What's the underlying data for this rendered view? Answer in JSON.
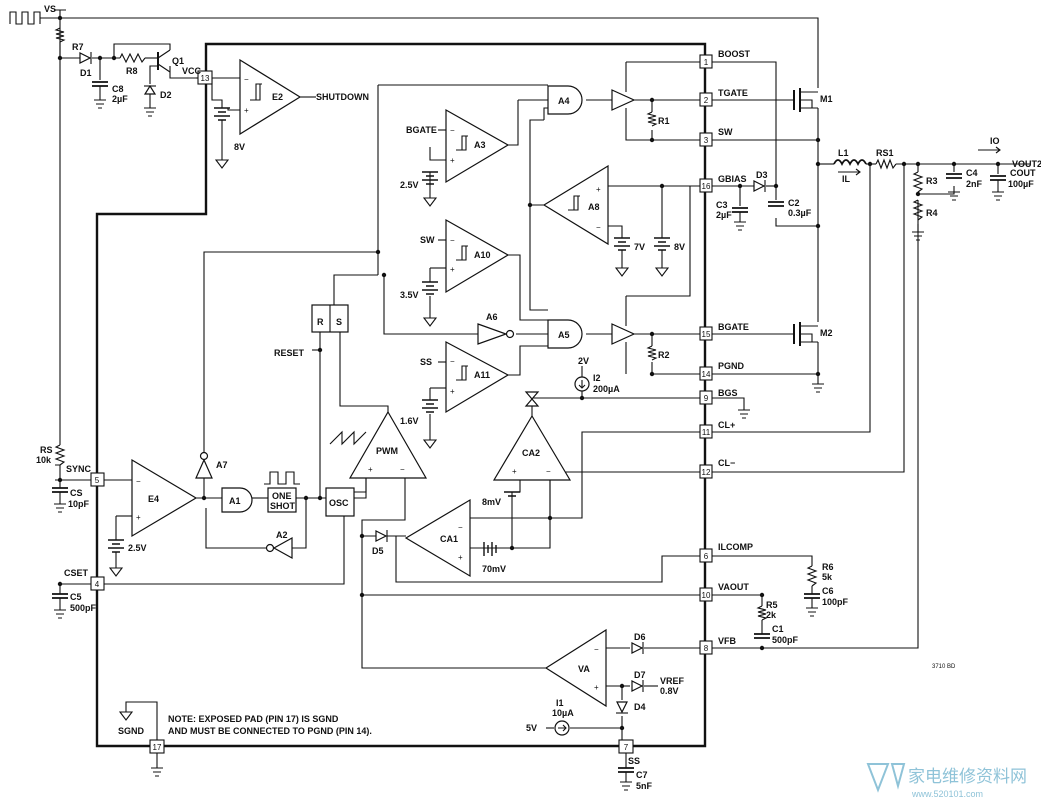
{
  "pins": [
    {
      "num": "1",
      "name": "BOOST"
    },
    {
      "num": "2",
      "name": "TGATE"
    },
    {
      "num": "3",
      "name": "SW"
    },
    {
      "num": "16",
      "name": "GBIAS"
    },
    {
      "num": "15",
      "name": "BGATE"
    },
    {
      "num": "14",
      "name": "PGND"
    },
    {
      "num": "9",
      "name": "BGS"
    },
    {
      "num": "11",
      "name": "CL+"
    },
    {
      "num": "12",
      "name": "CL−"
    },
    {
      "num": "6",
      "name": "ILCOMP"
    },
    {
      "num": "10",
      "name": "VAOUT"
    },
    {
      "num": "8",
      "name": "VFB"
    },
    {
      "num": "13",
      "name": ""
    },
    {
      "num": "5",
      "name": "SYNC"
    },
    {
      "num": "4",
      "name": "CSET"
    },
    {
      "num": "17",
      "name": "SGND"
    },
    {
      "num": "7",
      "name": "SS"
    }
  ],
  "blocks": {
    "e2": "E2",
    "a3": "A3",
    "a10": "A10",
    "a11": "A11",
    "a4": "A4",
    "a5": "A5",
    "a6": "A6",
    "a8": "A8",
    "pwm": "PWM",
    "ca2": "CA2",
    "ca1": "CA1",
    "e4": "E4",
    "a7": "A7",
    "a1": "A1",
    "a2": "A2",
    "osc": "OSC",
    "one_shot_1": "ONE",
    "one_shot_2": "SHOT",
    "va": "VA",
    "r_latch": "R",
    "s_latch": "S"
  },
  "signals": {
    "vs": "VS",
    "shutdown": "SHUTDOWN",
    "vcc": "VCC",
    "bgate_in": "BGATE",
    "sw_in": "SW",
    "ss_in": "SS",
    "reset": "RESET",
    "vout2": "VOUT2",
    "io": "IO",
    "il": "IL",
    "vref": "VREF",
    "five_v": "5V",
    "two_v": "2V"
  },
  "voltages": {
    "v8_e2": "8V",
    "v25_a3": "2.5V",
    "v35": "3.5V",
    "v16": "1.6V",
    "v7": "7V",
    "v8_a8": "8V",
    "v8m": "8mV",
    "v70m": "70mV",
    "v25_e4": "2.5V",
    "v08": "0.8V"
  },
  "components": {
    "r7": "R7",
    "d1": "D1",
    "r8": "R8",
    "q1": "Q1",
    "d2": "D2",
    "c8": "C8",
    "c8_val": "2µF",
    "r1": "R1",
    "r2": "R2",
    "m1": "M1",
    "m2": "M2",
    "d3": "D3",
    "c3": "C3",
    "c3_val": "2µF",
    "c2": "C2",
    "c2_val": "0.3µF",
    "l1": "L1",
    "rs1": "RS1",
    "r3": "R3",
    "r4": "R4",
    "c4": "C4",
    "c4_val": "2nF",
    "cout": "COUT",
    "cout_val": "100µF",
    "rs": "RS",
    "rs_val": "10k",
    "cs": "CS",
    "cs_val": "10pF",
    "c5": "C5",
    "c5_val": "500pF",
    "r6": "R6",
    "r6_val": "5k",
    "c6": "C6",
    "c6_val": "100pF",
    "r5": "R5",
    "r5_val": "2k",
    "c1": "C1",
    "c1_val": "500pF",
    "d4": "D4",
    "d5": "D5",
    "d6": "D6",
    "d7": "D7",
    "i1": "I1",
    "i1_val": "10µA",
    "i2": "I2",
    "i2_val": "200µA",
    "c7": "C7",
    "c7_val": "5nF"
  },
  "note_line1": "NOTE: EXPOSED PAD (PIN 17) IS SGND",
  "note_line2": "AND MUST BE CONNECTED TO PGND (PIN 14).",
  "figure_code": "3710 BD",
  "watermark_cn": "家电维修资料网",
  "watermark_url": "www.520101.com"
}
